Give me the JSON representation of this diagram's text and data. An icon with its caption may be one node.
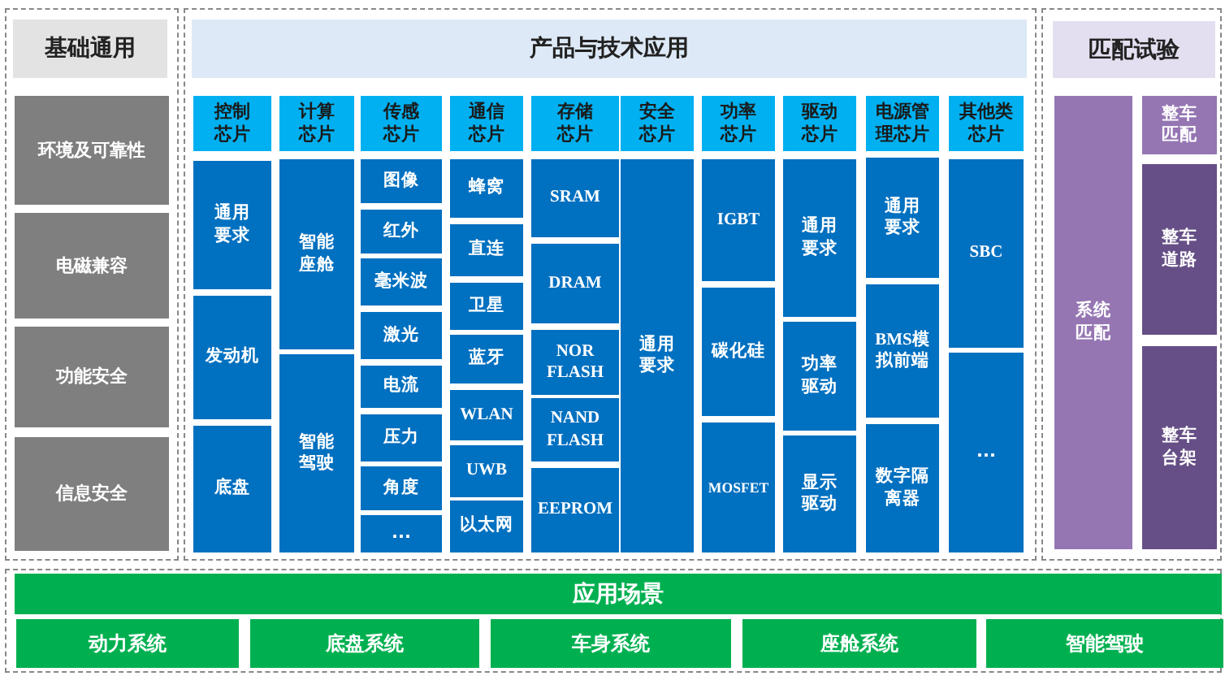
{
  "diagram": {
    "nodes": [
      {
        "text": [
          "基础通用"
        ]
      },
      {
        "text": [
          "环境及可靠性"
        ],
        "in": 0
      },
      {
        "text": [
          "电磁兼容"
        ],
        "in": 0
      },
      {
        "text": [
          "功能安全"
        ],
        "in": 0
      },
      {
        "text": [
          "信息安全"
        ],
        "in": 0
      },
      {
        "text": [
          "产品与技术应用"
        ]
      },
      {
        "text": [
          "控制芯片"
        ],
        "in": 5
      },
      {
        "text": [
          "通用要求"
        ],
        "in": 5
      },
      {
        "text": [
          "发动机"
        ],
        "in": 5
      },
      {
        "text": [
          "底盘"
        ],
        "in": 5
      },
      {
        "text": [
          "计算芯片"
        ],
        "in": 5
      },
      {
        "text": [
          "智能座舱"
        ],
        "in": 5
      },
      {
        "text": [
          "智能驾驶"
        ],
        "in": 5
      },
      {
        "text": [
          "传感芯片"
        ],
        "in": 5
      },
      {
        "text": [
          "图像"
        ],
        "in": 5
      },
      {
        "text": [
          "红外"
        ],
        "in": 5
      },
      {
        "text": [
          "毫米波"
        ],
        "in": 5
      },
      {
        "text": [
          "激光"
        ],
        "in": 5
      },
      {
        "text": [
          "电流"
        ],
        "in": 5
      },
      {
        "text": [
          "压力"
        ],
        "in": 5
      },
      {
        "text": [
          "角度"
        ],
        "in": 5
      },
      {
        "text": [
          "..."
        ],
        "in": 5
      },
      {
        "text": [
          "通信芯片"
        ],
        "in": 5
      },
      {
        "text": [
          "蜂窝"
        ],
        "in": 5
      },
      {
        "text": [
          "直连"
        ],
        "in": 5
      },
      {
        "text": [
          "卫星"
        ],
        "in": 5
      },
      {
        "text": [
          "蓝牙"
        ],
        "in": 5
      },
      {
        "text": [
          "WLAN"
        ],
        "in": 5
      },
      {
        "text": [
          "UWB"
        ],
        "in": 5
      },
      {
        "text": [
          "以太网"
        ],
        "in": 5
      },
      {
        "text": [
          "存储芯片"
        ],
        "in": 5
      },
      {
        "text": [
          "SRAM"
        ],
        "in": 5
      },
      {
        "text": [
          "DRAM"
        ],
        "in": 5
      },
      {
        "text": [
          "NOR FLASH"
        ],
        "in": 5
      },
      {
        "text": [
          "NAND FLASH"
        ],
        "in": 5
      },
      {
        "text": [
          "EEPROM"
        ],
        "in": 5
      },
      {
        "text": [
          "安全芯片"
        ],
        "in": 5
      },
      {
        "text": [
          "通用要求"
        ],
        "in": 5
      },
      {
        "text": [
          "功率芯片"
        ],
        "in": 5
      },
      {
        "text": [
          "IGBT"
        ],
        "in": 5
      },
      {
        "text": [
          "碳化硅"
        ],
        "in": 5
      },
      {
        "text": [
          "MOSFET"
        ],
        "in": 5
      },
      {
        "text": [
          "驱动芯片"
        ],
        "in": 5
      },
      {
        "text": [
          "通用要求"
        ],
        "in": 5
      },
      {
        "text": [
          "功率驱动"
        ],
        "in": 5
      },
      {
        "text": [
          "显示驱动"
        ],
        "in": 5
      },
      {
        "text": [
          "电源管理芯片"
        ],
        "in": 5
      },
      {
        "text": [
          "通用要求"
        ],
        "in": 5
      },
      {
        "text": [
          "BMS模拟前端"
        ],
        "in": 5
      },
      {
        "text": [
          "数字隔离器"
        ],
        "in": 5
      },
      {
        "text": [
          "其他类芯片"
        ],
        "in": 5
      },
      {
        "text": [
          "SBC"
        ],
        "in": 5
      },
      {
        "text": [
          "..."
        ],
        "in": 5
      },
      {
        "text": [
          "匹配试验"
        ]
      },
      {
        "text": [
          "系统匹配"
        ],
        "in": 53
      },
      {
        "text": [
          "整车匹配"
        ],
        "in": 53
      },
      {
        "text": [
          "整车道路"
        ],
        "in": 53
      },
      {
        "text": [
          "整车台架"
        ],
        "in": 53
      },
      {
        "text": [
          "应用场景"
        ]
      },
      {
        "text": [
          "动力系统"
        ],
        "in": 58
      },
      {
        "text": [
          "底盘系统"
        ],
        "in": 58
      },
      {
        "text": [
          "车身系统"
        ],
        "in": 58
      },
      {
        "text": [
          "座舱系统"
        ],
        "in": 58
      },
      {
        "text": [
          "智能驾驶"
        ],
        "in": 58
      }
    ]
  }
}
